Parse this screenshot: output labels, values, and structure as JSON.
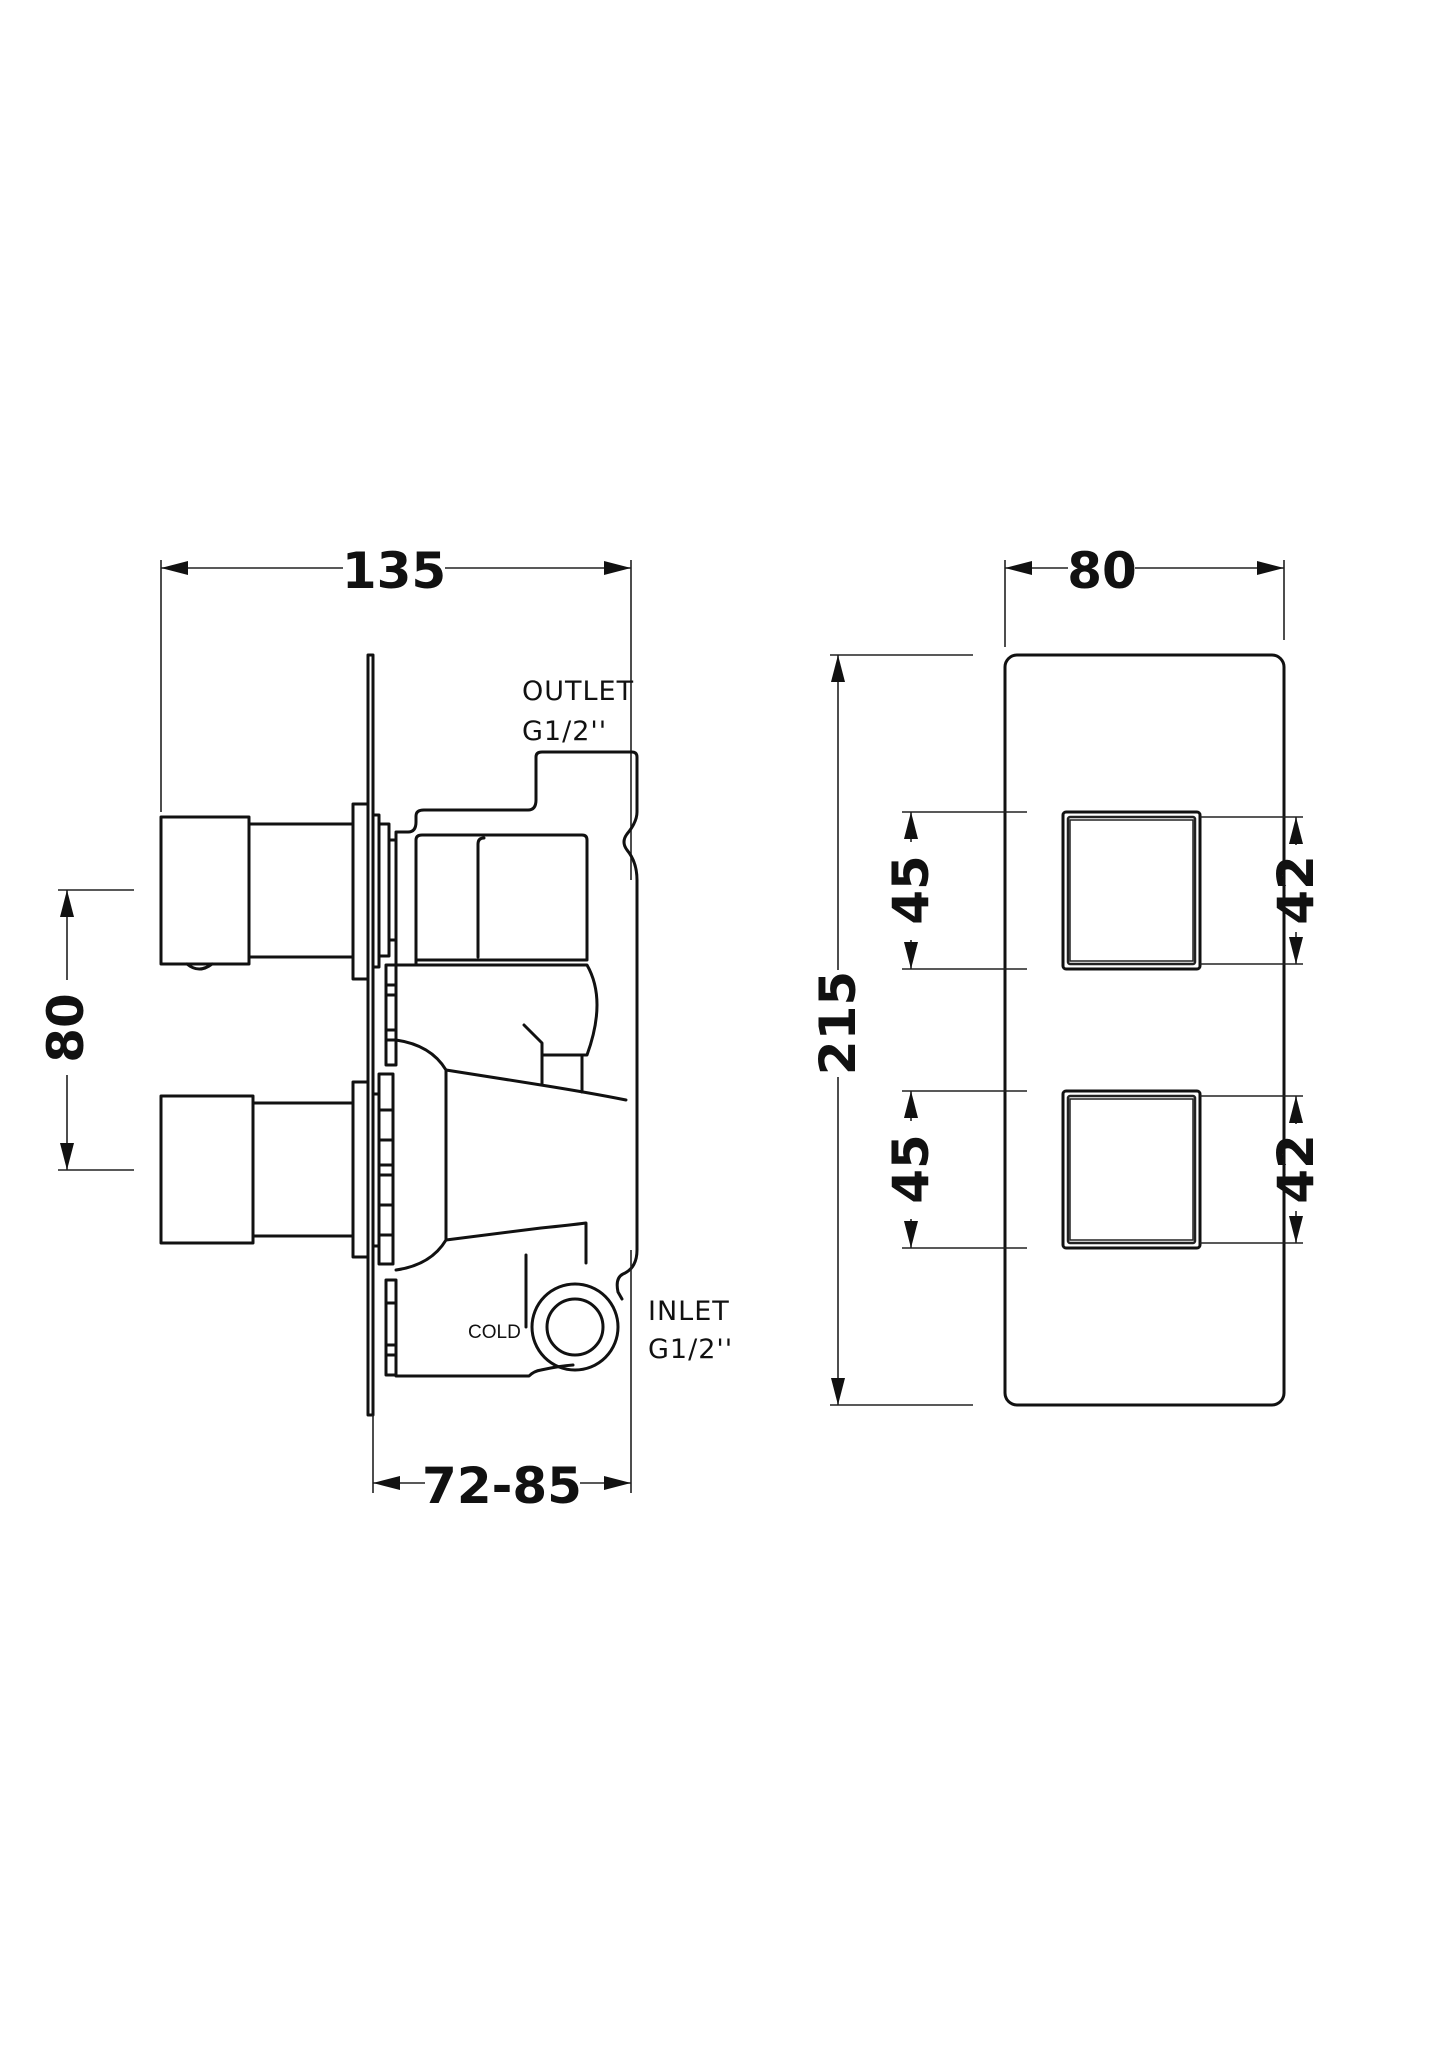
{
  "drawing": {
    "side_view": {
      "overall_depth": "135",
      "handle_spacing": "80",
      "wall_depth_range": "72-85",
      "outlet_label": "OUTLET",
      "outlet_thread": "G1/2''",
      "inlet_label": "INLET",
      "inlet_thread": "G1/2''",
      "cold_label": "COLD"
    },
    "front_view": {
      "plate_width": "80",
      "plate_height": "215",
      "upper_handle_outer": "45",
      "upper_handle_inner": "42",
      "lower_handle_outer": "45",
      "lower_handle_inner": "42"
    }
  },
  "colors": {
    "line": "#111111",
    "background": "#ffffff"
  }
}
